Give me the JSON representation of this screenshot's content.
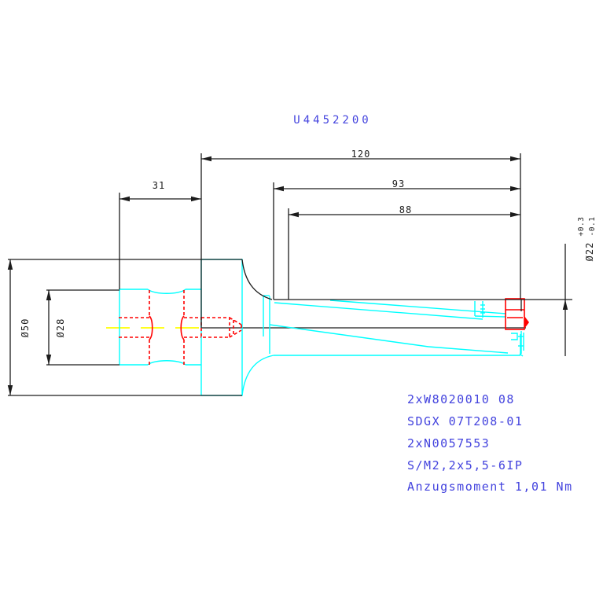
{
  "drawing": {
    "title": "U4452200",
    "dimensions": {
      "overall_length": "120",
      "flute_length_long": "93",
      "flute_length_short": "88",
      "shank_pilot_length": "31",
      "body_diameter": "Ø50",
      "pilot_diameter": "Ø28",
      "cutting_diameter": "Ø22",
      "tolerance_upper": "+0.3",
      "tolerance_lower": "-0.1"
    },
    "notes": [
      "2xW8020010 08",
      "SDGX 07T208-01",
      "2xN0057553",
      "S/M2,2x5,5-6IP",
      "Anzugsmoment 1,01 Nm"
    ],
    "colors": {
      "outline": "#00ffff",
      "hidden_features": "#ff0000",
      "centerline": "#ffff00",
      "dimension_lines": "#1c1c1c",
      "annotation_text": "#4343de",
      "background": "#ffffff"
    }
  }
}
